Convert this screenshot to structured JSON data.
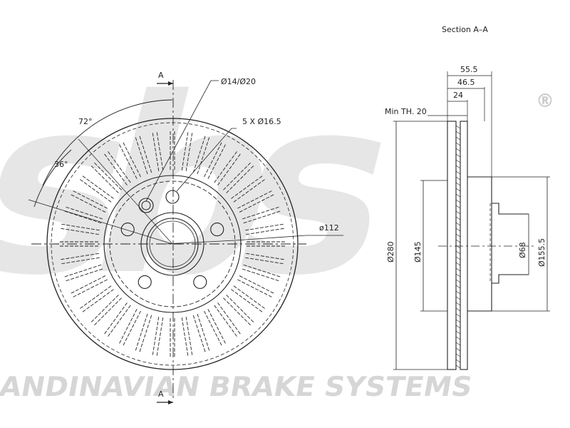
{
  "watermark": {
    "logo": "sbs",
    "registered_mark": "®",
    "caption": "SCANDINAVIAN BRAKE SYSTEMS",
    "color": "#d3d3d3"
  },
  "front_view": {
    "section_marker": "A",
    "angle_72": "72°",
    "angle_36": "36°",
    "center_hole": "Ø14/Ø20",
    "bolt_holes": "5 X Ø16.5",
    "pcd": "ø112"
  },
  "section_view": {
    "title": "Section A–A",
    "min_thickness": "Min TH. 20",
    "overall_height": "55.5",
    "hat_depth": "46.5",
    "thickness": "24",
    "outer_diameter": "Ø280",
    "hat_diameter": "Ø145",
    "hub_bore": "Ø68",
    "hat_outer_diameter": "Ø155.5"
  },
  "colors": {
    "line": "#222222",
    "watermark": "#d3d3d3"
  }
}
